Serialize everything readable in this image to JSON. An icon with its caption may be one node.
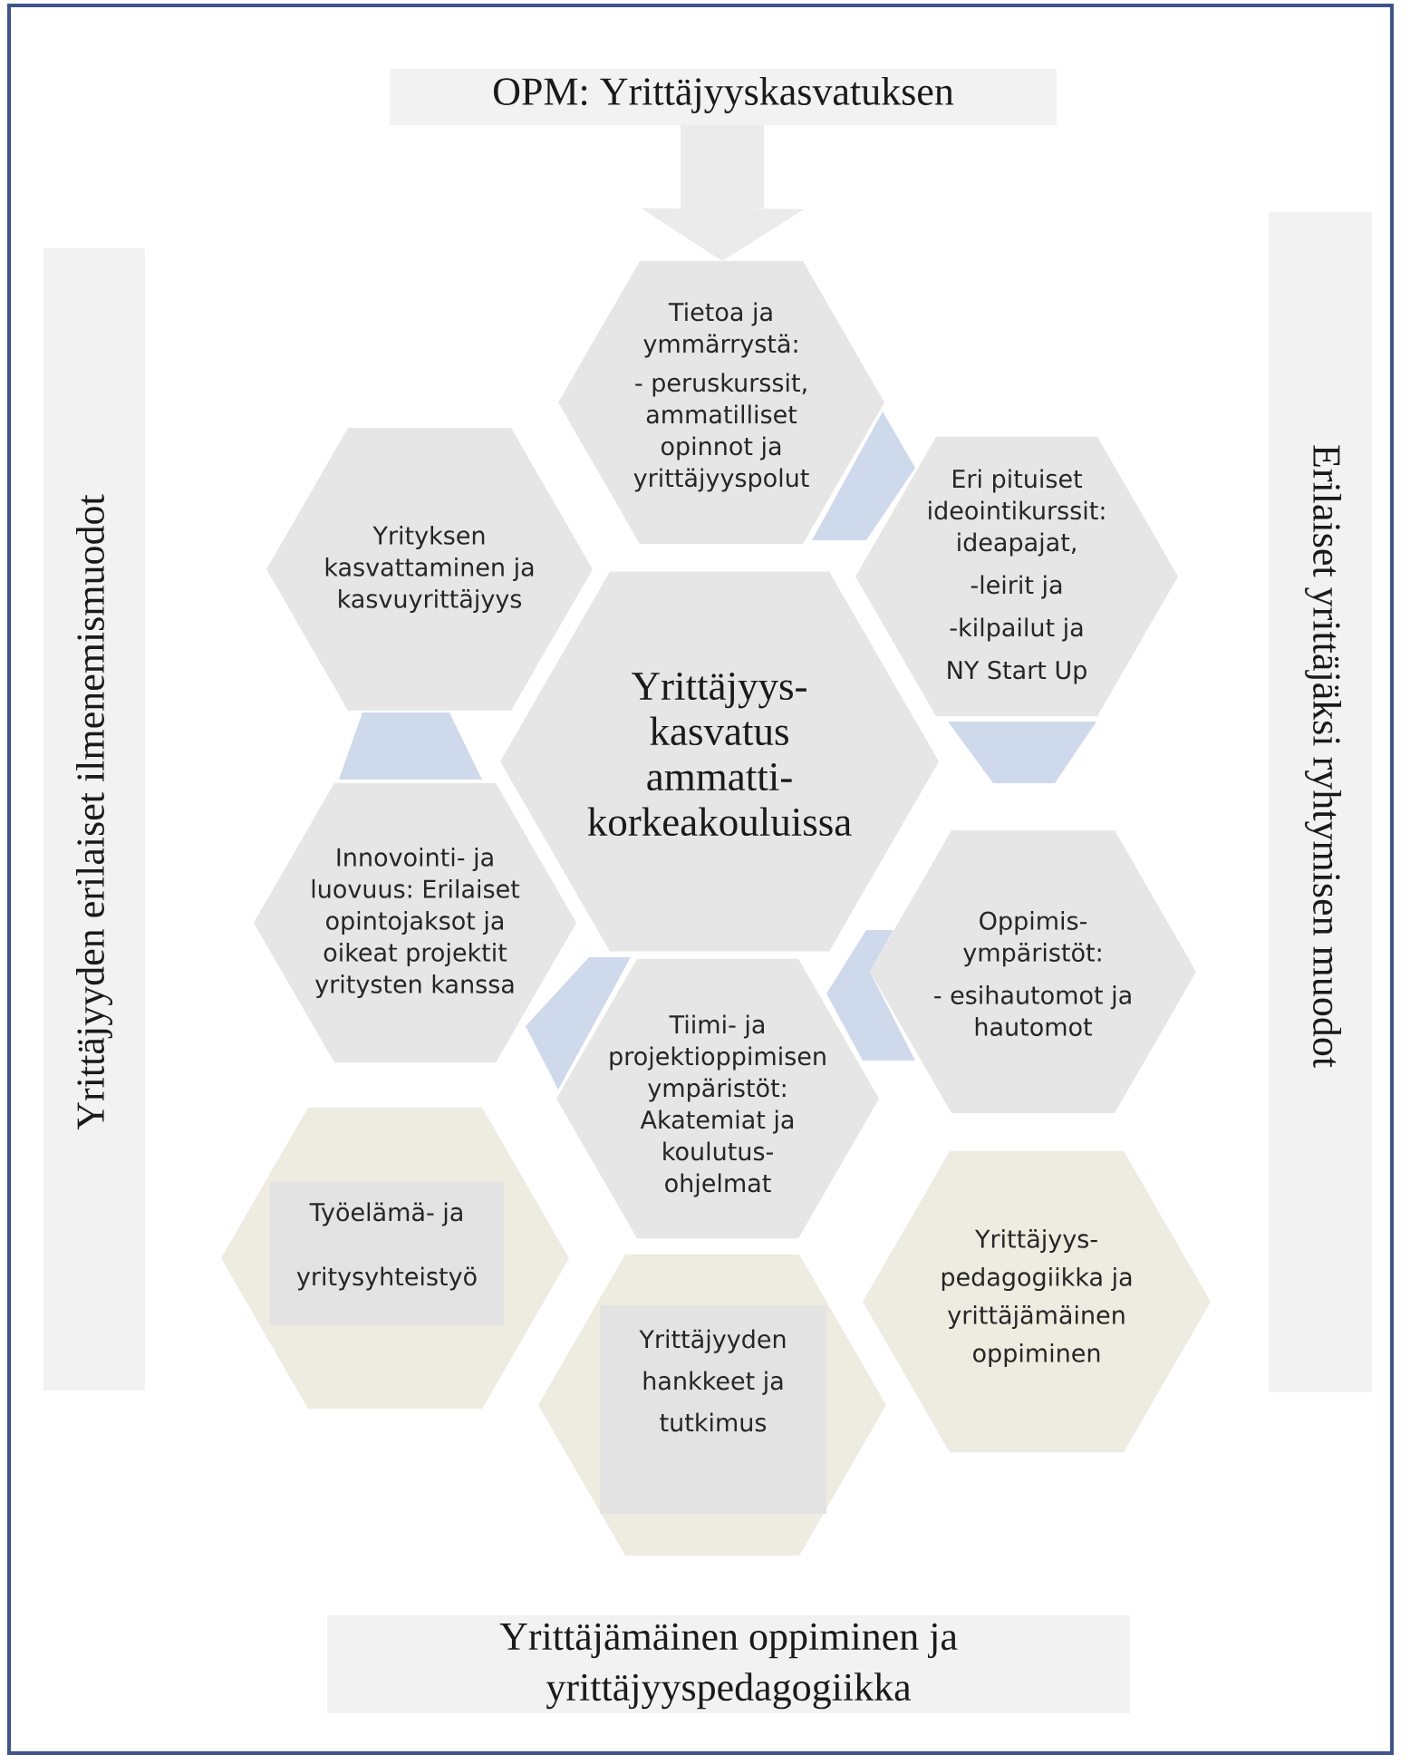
{
  "diagram": {
    "nodes": [
      {
        "text": [
          "OPM: Yrittäjyyskasvatuksen"
        ]
      },
      {
        "text": [
          "Yrittäjyyden erilaiset ilmenemismuodot"
        ]
      },
      {
        "text": [
          "Erilaiset yrittäjäksi ryhtymisen muodot"
        ]
      },
      {
        "text": [
          "Tietoa ja ymmärrystä:",
          "- peruskurssit, ammatilliset opinnot ja yrittäjyyspolut"
        ]
      },
      {
        "text": [
          "Yrityksen kasvattaminen ja kasvuyrittäjyys"
        ]
      },
      {
        "text": [
          "Eri pituiset ideointikurssit: ideapajat,",
          "-leirit ja",
          "-kilpailut ja",
          "NY Start Up"
        ]
      },
      {
        "text": [
          "Yrittäjyys- kasvatus ammatti- korkeakouluissa"
        ]
      },
      {
        "text": [
          "Innovointi- ja luovuus: Erilaiset opintojaksot ja oikeat projektit yritysten kanssa"
        ]
      },
      {
        "text": [
          "Oppimis- ympäristöt:",
          "- esihautomot ja hautomot"
        ]
      },
      {
        "text": [
          "Tiimi- ja projektioppimisen ympäristöt: Akatemiat ja koulutus- ohjelmat"
        ]
      },
      {
        "text": [],
        "shape": "hexagon"
      },
      {
        "text": [
          "Työelämä- ja",
          "yritysyhteistyö"
        ],
        "in": 10
      },
      {
        "text": [
          "Yrittäjyys- pedagogiikka ja yrittäjämäinen oppiminen"
        ]
      },
      {
        "text": [],
        "shape": "hexagon"
      },
      {
        "text": [
          "Yrittäjyyden hankkeet ja tutkimus"
        ],
        "in": 13
      },
      {
        "text": [
          "Yrittäjämäinen oppiminen ja yrittäjyyspedagogiikka"
        ]
      },
      {
        "text": [],
        "shape": "trapezoid"
      },
      {
        "text": [],
        "shape": "trapezoid"
      },
      {
        "text": [],
        "shape": "trapezoid"
      },
      {
        "text": [],
        "shape": "band"
      },
      {
        "text": [],
        "shape": "trapezoid"
      }
    ],
    "edges": [
      {
        "from": 0,
        "to": 3,
        "arrow": "to"
      }
    ]
  }
}
